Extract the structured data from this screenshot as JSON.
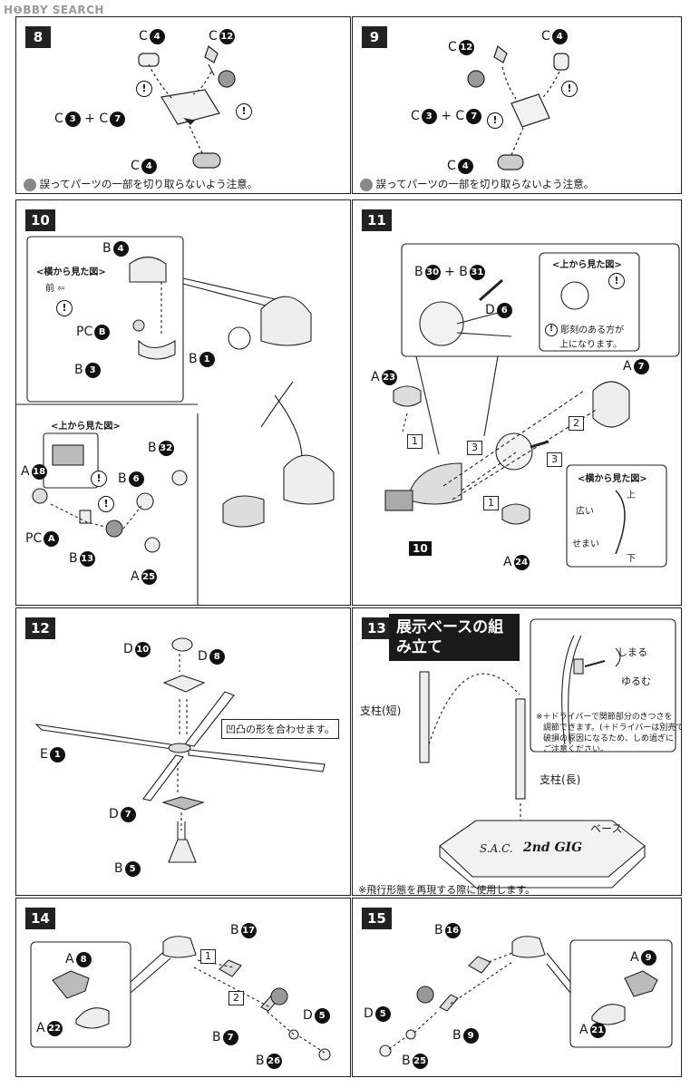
{
  "watermark": "H❶BBY SEARCH",
  "steps": {
    "s8": {
      "num": "8",
      "c4_top": "C",
      "c4_top_n": "4",
      "c12": "C",
      "c12_n": "12",
      "combo_a": "C",
      "combo_a_n": "3",
      "plus": "+",
      "combo_b": "C",
      "combo_b_n": "7",
      "c4_bottom": "C",
      "c4_bottom_n": "4",
      "note": "誤ってパーツの一部を切り取らないよう注意。"
    },
    "s9": {
      "num": "9",
      "c12": "C",
      "c12_n": "12",
      "c4_top": "C",
      "c4_top_n": "4",
      "combo_a": "C",
      "combo_a_n": "3",
      "plus": "+",
      "combo_b": "C",
      "combo_b_n": "7",
      "c4_bottom": "C",
      "c4_bottom_n": "4",
      "note": "誤ってパーツの一部を切り取らないよう注意。"
    },
    "s10": {
      "num": "10",
      "inset_title": "<横から見た図>",
      "inset_front": "前",
      "b4": "B",
      "b4_n": "4",
      "pcb": "PC",
      "pcb_n": "B",
      "b3": "B",
      "b3_n": "3",
      "b1": "B",
      "b1_n": "1",
      "top_view": "<上から見た図>",
      "a18": "A",
      "a18_n": "18",
      "pca": "PC",
      "pca_n": "A",
      "b13": "B",
      "b13_n": "13",
      "b32": "B",
      "b32_n": "32",
      "b6": "B",
      "b6_n": "6",
      "a25": "A",
      "a25_n": "25"
    },
    "s11": {
      "num": "11",
      "b30": "B",
      "b30_n": "30",
      "plus": "+",
      "b31": "B",
      "b31_n": "31",
      "d6": "D",
      "d6_n": "6",
      "top_view": "<上から見た図>",
      "engrave_note_1": "彫刻のある方が",
      "engrave_note_2": "上になります。",
      "a7": "A",
      "a7_n": "7",
      "a23": "A",
      "a23_n": "23",
      "side_view": "<横から見た図>",
      "up": "上",
      "wide": "広い",
      "narrow": "せまい",
      "down": "下",
      "a24": "A",
      "a24_n": "24",
      "sub10": "10",
      "step1": "1",
      "step2": "2",
      "step3": "3"
    },
    "s12": {
      "num": "12",
      "d10": "D",
      "d10_n": "10",
      "d8": "D",
      "d8_n": "8",
      "callout": "凹凸の形を合わせます。",
      "e1": "E",
      "e1_n": "1",
      "d7": "D",
      "d7_n": "7",
      "b5": "B",
      "b5_n": "5"
    },
    "s13": {
      "num": "13",
      "title": "展示ベースの組み立て",
      "short_post": "支柱(短)",
      "long_post": "支柱(長)",
      "base": "ベース",
      "tighten": "しまる",
      "loosen": "ゆるむ",
      "screw_note_1": "※＋ドライバーで関節部分のきつさを",
      "screw_note_2": "調節できます。(＋ドライバーは別売です)",
      "screw_note_3": "破損の原因になるため、しめ過ぎに",
      "screw_note_4": "ご注意ください。",
      "base_logo_1": "S.A.C.",
      "base_logo_2": "2nd GIG",
      "footer": "※飛行形態を再現する際に使用します。"
    },
    "s14": {
      "num": "14",
      "a8": "A",
      "a8_n": "8",
      "a22": "A",
      "a22_n": "22",
      "b17": "B",
      "b17_n": "17",
      "b7": "B",
      "b7_n": "7",
      "d5": "D",
      "d5_n": "5",
      "b26": "B",
      "b26_n": "26",
      "step1": "1",
      "step2": "2"
    },
    "s15": {
      "num": "15",
      "b16": "B",
      "b16_n": "16",
      "a9": "A",
      "a9_n": "9",
      "d5": "D",
      "d5_n": "5",
      "b25": "B",
      "b25_n": "25",
      "b9": "B",
      "b9_n": "9",
      "a21": "A",
      "a21_n": "21"
    }
  }
}
